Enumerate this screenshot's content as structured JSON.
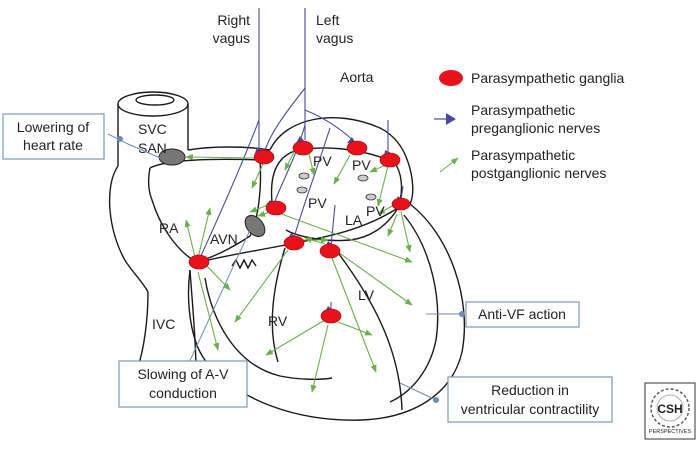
{
  "colors": {
    "ganglia": "#e8121b",
    "preganglionic": "#4a4a9a",
    "postganglionic": "#6ab04c",
    "box_border": "#7c98b6"
  },
  "nerves": {
    "right_vagus": [
      "Right",
      "vagus"
    ],
    "left_vagus": [
      "Left",
      "vagus"
    ]
  },
  "structures": {
    "aorta": "Aorta",
    "svc": "SVC",
    "san": "SAN",
    "ra": "RA",
    "avn": "AVN",
    "ivc": "IVC",
    "rv": "RV",
    "lv": "LV",
    "la": "LA",
    "pv": "PV"
  },
  "legend": [
    {
      "icon": "ganglion-icon",
      "lines": [
        "Parasympathetic ganglia"
      ]
    },
    {
      "icon": "preganglionic-nerve-icon",
      "lines": [
        "Parasympathetic",
        "preganglionic nerves"
      ]
    },
    {
      "icon": "postganglionic-nerve-icon",
      "lines": [
        "Parasympathetic",
        "postganglionic nerves"
      ]
    }
  ],
  "effects": {
    "heart_rate": [
      "Lowering of",
      "heart rate"
    ],
    "av_conduction": [
      "Slowing of A-V",
      "conduction"
    ],
    "anti_vf": [
      "Anti-VF action"
    ],
    "contractility": [
      "Reduction in",
      "ventricular contractility"
    ]
  },
  "logo": {
    "text": "CSH",
    "subtext": "PERSPECTIVES"
  }
}
